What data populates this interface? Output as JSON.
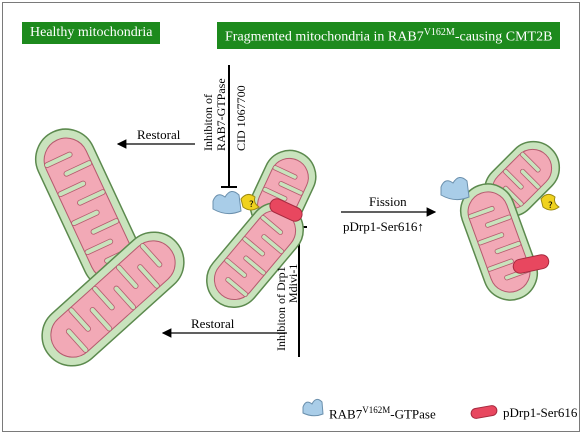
{
  "badges": {
    "healthy": "Healthy mitochondria",
    "fragmented_prefix": "Fragmented mitochondria in RAB7",
    "fragmented_sup": "V162M",
    "fragmented_suffix": "-causing CMT2B"
  },
  "arrows": {
    "restoral_top": "Restoral",
    "restoral_bottom": "Restoral",
    "fission": "Fission",
    "fission_marker_prefix": "pDrp1-Ser616",
    "fission_marker_arrow": "↑"
  },
  "inhibitors": {
    "rab7": [
      "Inhibiton of",
      "RAB7-GTPase",
      "CID 1067700"
    ],
    "drp1": [
      "Inhibiton of Drp1",
      "Mdivi-1"
    ]
  },
  "legend": {
    "rab7_prefix": "RAB7",
    "rab7_sup": "V162M",
    "rab7_suffix": "-GTPase",
    "pdrp1": "pDrp1-Ser616"
  },
  "colors": {
    "badge_green": "#1d8a1d",
    "outer_membrane": "#c9e3bd",
    "cristae_pink": "#f2a9b6",
    "drp1_red": "#e8475f",
    "rab7_blue": "#a9cde8",
    "qmark_yellow": "#f0d21e"
  }
}
